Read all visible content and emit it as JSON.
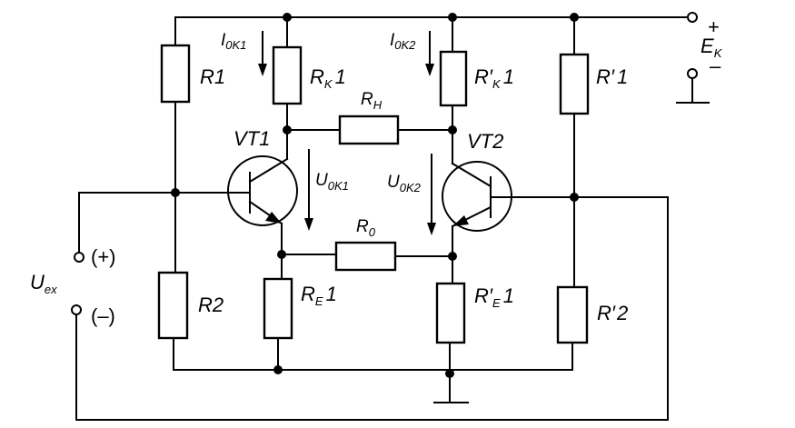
{
  "components": {
    "R1": {
      "main": "R",
      "sub": "",
      "tail": "1"
    },
    "RK1": {
      "main": "R",
      "sub": "K",
      "tail": "1"
    },
    "RpK1": {
      "main": "R",
      "sub": "K",
      "tail": "1",
      "prime": "′"
    },
    "Rp1": {
      "main": "R",
      "sub": "",
      "tail": "1",
      "prime": "′"
    },
    "RH": {
      "main": "R",
      "sub": "H"
    },
    "R0": {
      "main": "R",
      "sub": "0"
    },
    "R2": {
      "main": "R",
      "sub": "",
      "tail": "2"
    },
    "RE1": {
      "main": "R",
      "sub": "E",
      "tail": "1"
    },
    "RpE1": {
      "main": "R",
      "sub": "E",
      "tail": "1",
      "prime": "′"
    },
    "Rp2": {
      "main": "R",
      "sub": "",
      "tail": "2",
      "prime": "′"
    }
  },
  "transistors": {
    "VT1": "VT1",
    "VT2": "VT2"
  },
  "currents": {
    "I0K1": {
      "main": "I",
      "sub": "0K1"
    },
    "I0K2": {
      "main": "I",
      "sub": "0K2"
    }
  },
  "voltages": {
    "U0K1": {
      "main": "U",
      "sub": "0K1"
    },
    "U0K2": {
      "main": "U",
      "sub": "0K2"
    }
  },
  "supply": {
    "main": "E",
    "sub": "K",
    "plus": "+",
    "minus": "–"
  },
  "input": {
    "main": "U",
    "sub": "ex",
    "plus": "(+)",
    "minus": "(–)"
  }
}
